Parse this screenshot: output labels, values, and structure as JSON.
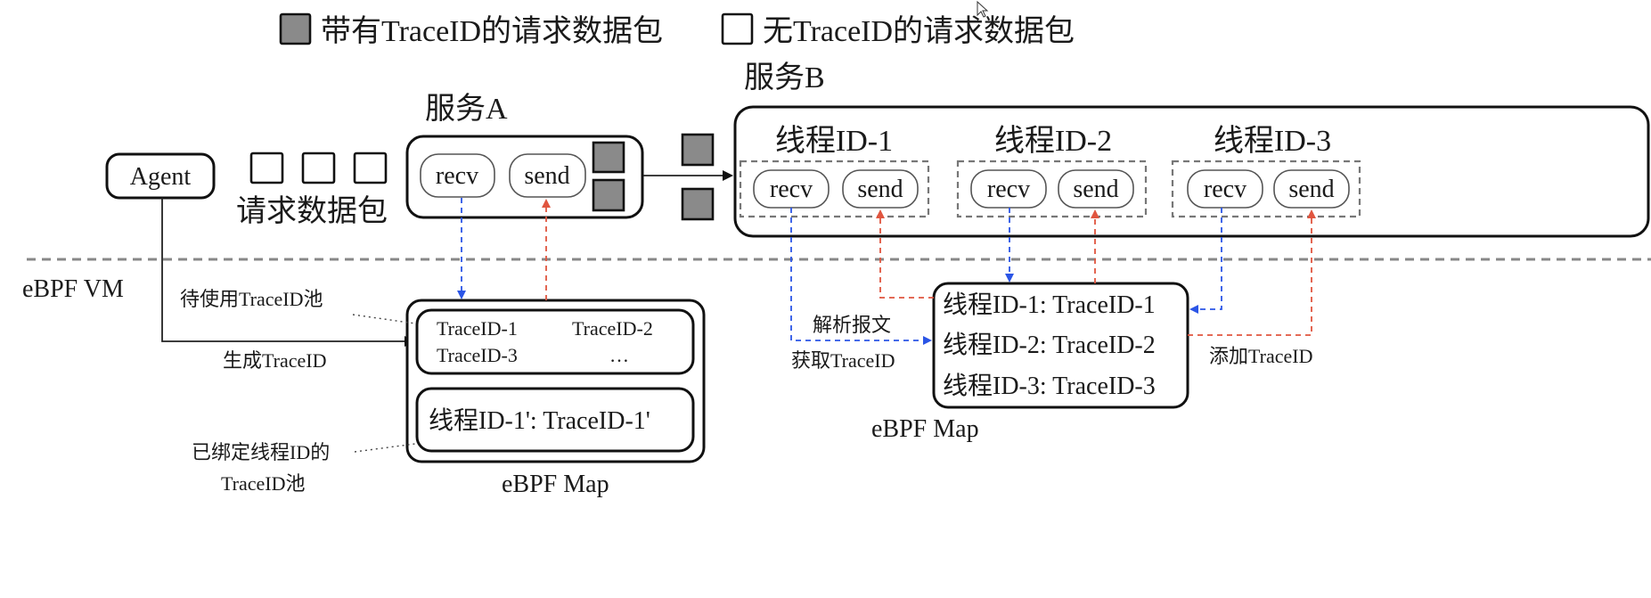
{
  "legend": {
    "with_traceid": "带有TraceID的请求数据包",
    "without_traceid": "无TraceID的请求数据包"
  },
  "agent": {
    "label": "Agent"
  },
  "request_packets": {
    "label": "请求数据包",
    "count": 3
  },
  "service_a": {
    "title": "服务A",
    "recv": "recv",
    "send": "send"
  },
  "service_b": {
    "title": "服务B",
    "threads": [
      {
        "label": "线程ID-1",
        "recv": "recv",
        "send": "send"
      },
      {
        "label": "线程ID-2",
        "recv": "recv",
        "send": "send"
      },
      {
        "label": "线程ID-3",
        "recv": "recv",
        "send": "send"
      }
    ]
  },
  "ebpf_vm": {
    "label": "eBPF VM"
  },
  "left_map": {
    "caption": "eBPF Map",
    "pool_label": "待使用TraceID池",
    "generate_label": "生成TraceID",
    "bound_label_line1": "已绑定线程ID的",
    "bound_label_line2": "TraceID池",
    "pool_items": [
      "TraceID-1",
      "TraceID-2",
      "TraceID-3",
      "…"
    ],
    "bound_entry": "线程ID-1': TraceID-1'"
  },
  "right_map": {
    "caption": "eBPF Map",
    "entries": [
      "线程ID-1: TraceID-1",
      "线程ID-2: TraceID-2",
      "线程ID-3: TraceID-3"
    ],
    "parse_label_line1": "解析报文",
    "parse_label_line2": "获取TraceID",
    "add_label": "添加TraceID"
  },
  "colors": {
    "recv_arrow": "#2b55e6",
    "send_arrow": "#e0553f",
    "packet_fill": "#8a8a8a"
  }
}
